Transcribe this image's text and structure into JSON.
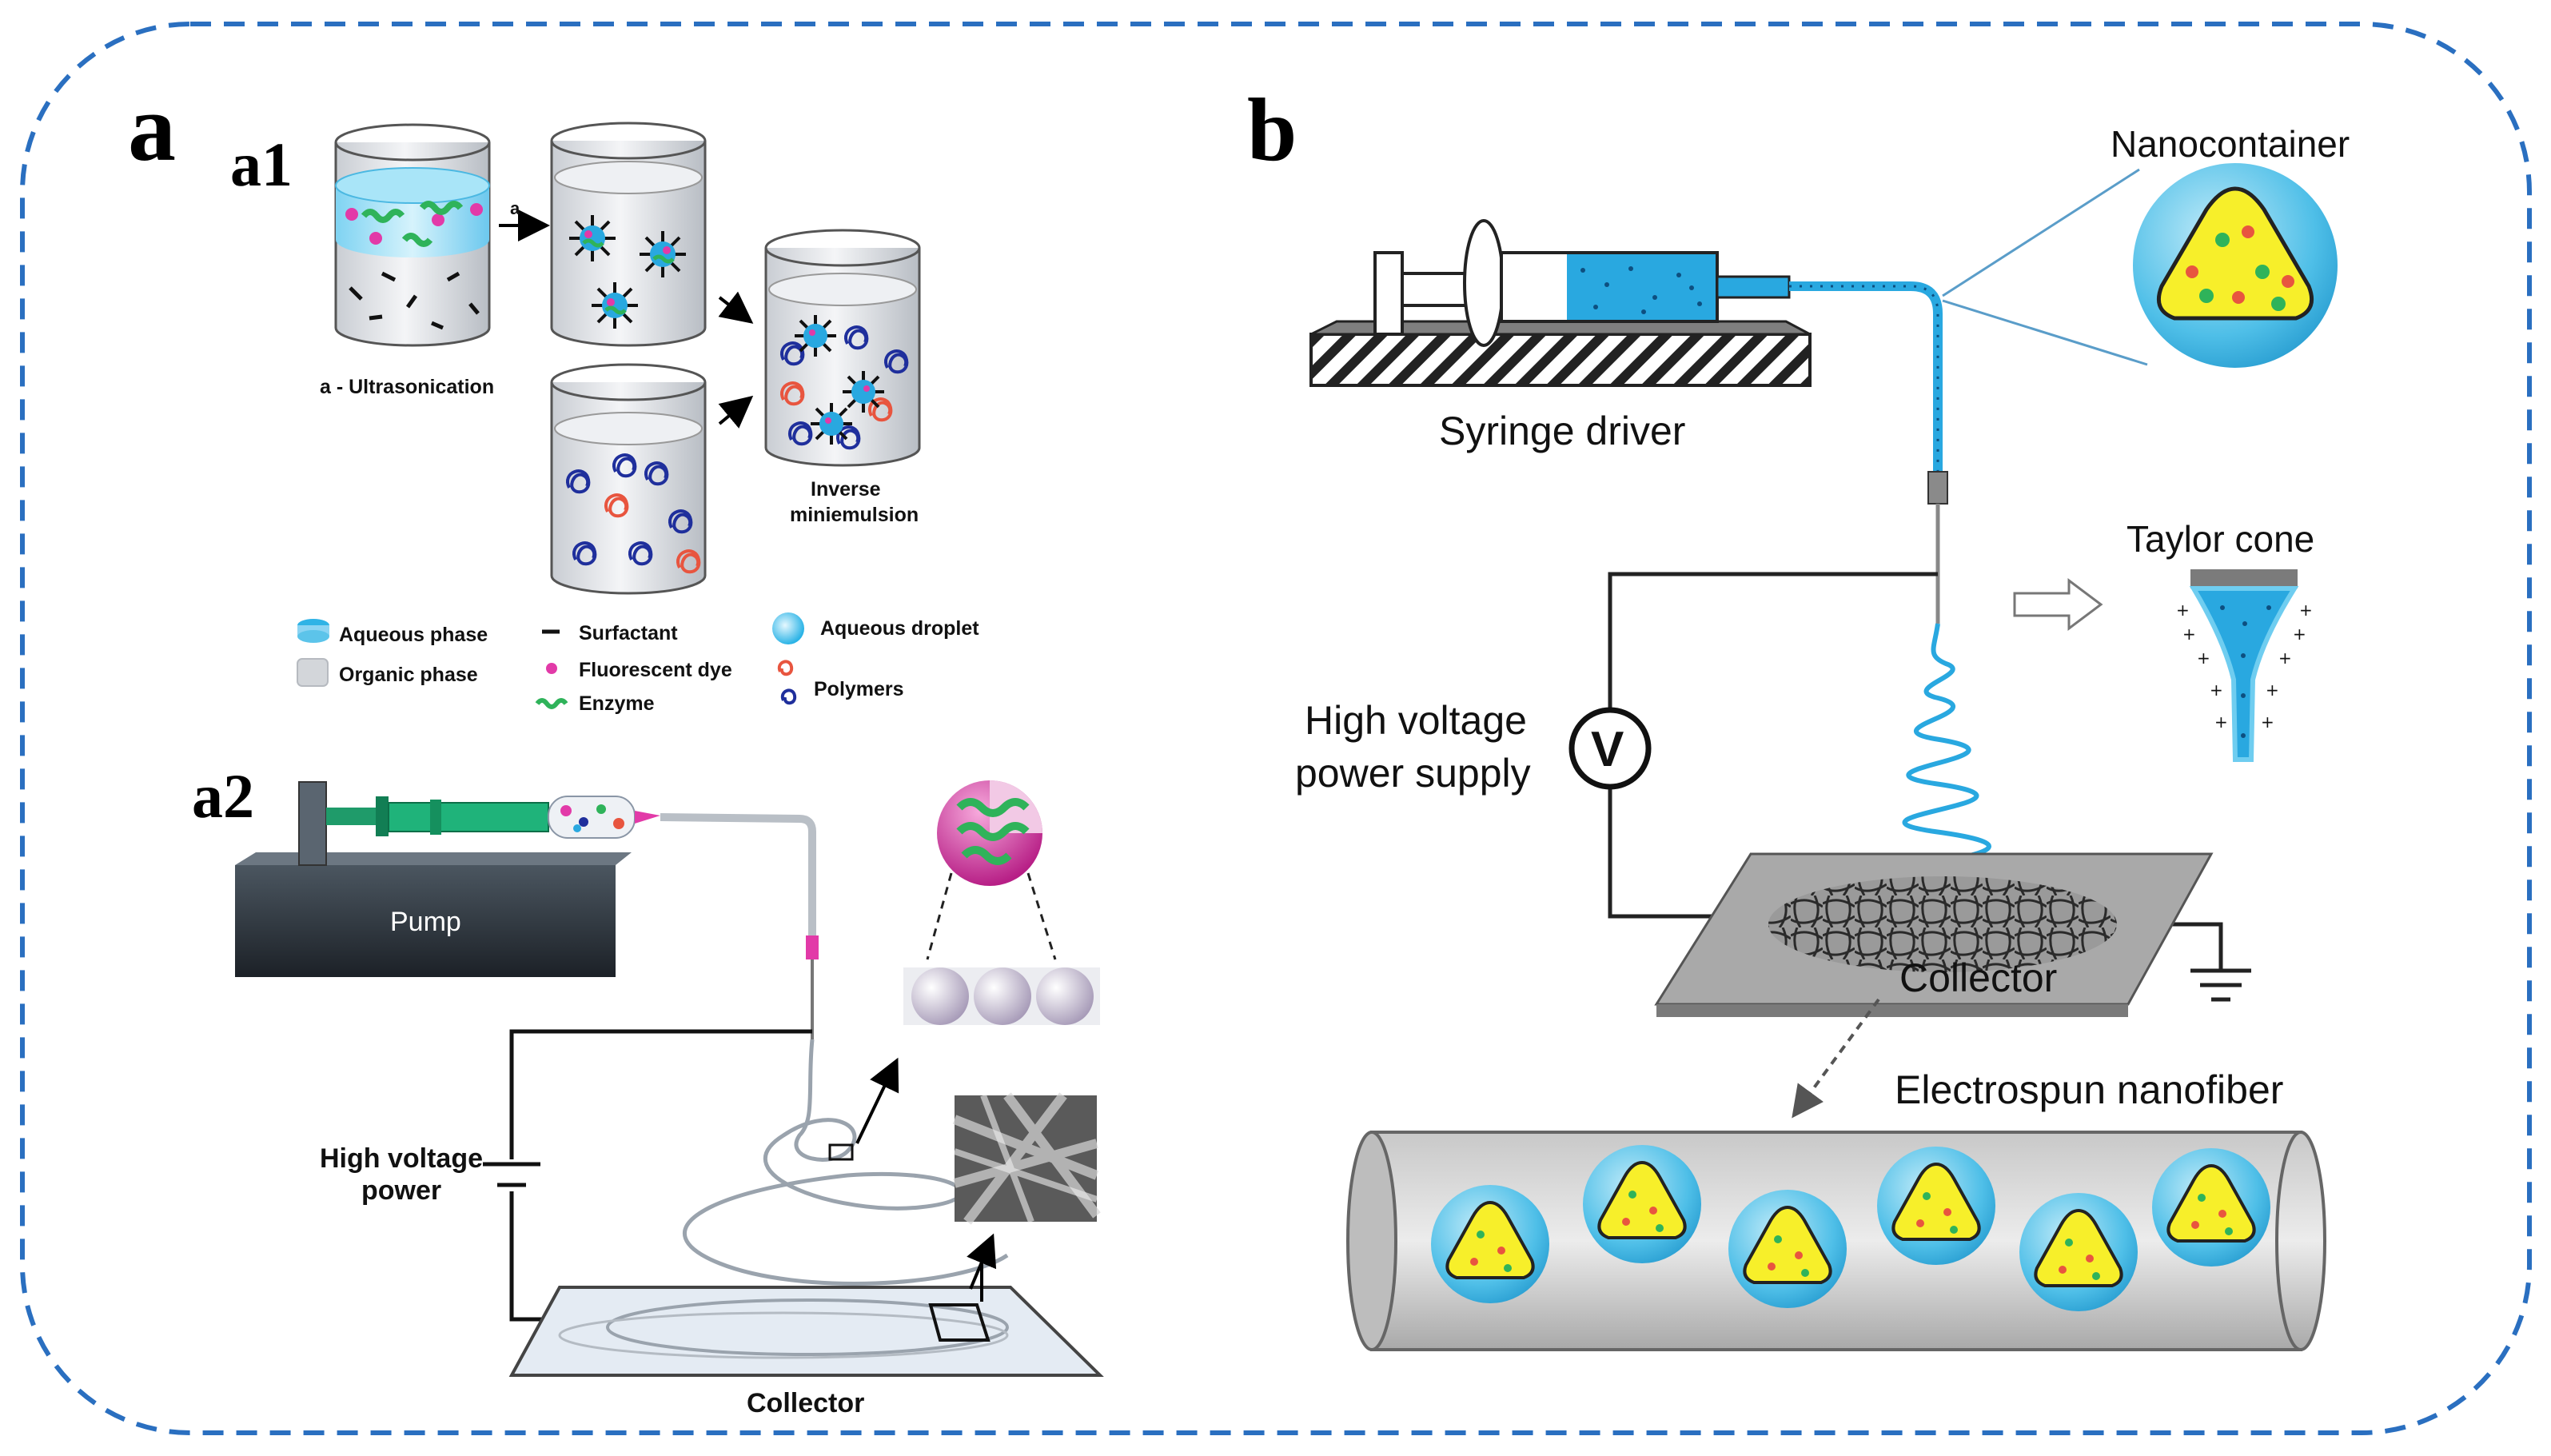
{
  "panel_a": {
    "label": "a",
    "a1": {
      "label": "a1",
      "step_arrow": "a",
      "step_caption": "a - Ultrasonication",
      "product_caption_line1": "Inverse",
      "product_caption_line2": "miniemulsion",
      "legend": {
        "aqueous_phase": "Aqueous phase",
        "organic_phase": "Organic phase",
        "surfactant": "Surfactant",
        "fluorescent_dye": "Fluorescent dye",
        "enzyme": "Enzyme",
        "aqueous_droplet": "Aqueous droplet",
        "polymers": "Polymers"
      }
    },
    "a2": {
      "label": "a2",
      "pump": "Pump",
      "power_line1": "High voltage",
      "power_line2": "power",
      "collector": "Collector"
    }
  },
  "panel_b": {
    "label": "b",
    "syringe_driver": "Syringe driver",
    "nanocontainer": "Nanocontainer",
    "taylor_cone": "Taylor cone",
    "power_line1": "High voltage",
    "power_line2": "power supply",
    "voltmeter_symbol": "V",
    "collector": "Collector",
    "nanofiber": "Electrospun nanofiber"
  },
  "colors": {
    "frame_dashed": "#2a6fc0",
    "aqueous_blue": "#29a8e0",
    "shell_blue": "#5cc4ea",
    "core_yellow": "#f7ef2a",
    "enzyme_green": "#2fb35a",
    "dye_magenta": "#e23aa8",
    "polymer_navy": "#1f2f9c",
    "polymer_red": "#e8553f"
  }
}
